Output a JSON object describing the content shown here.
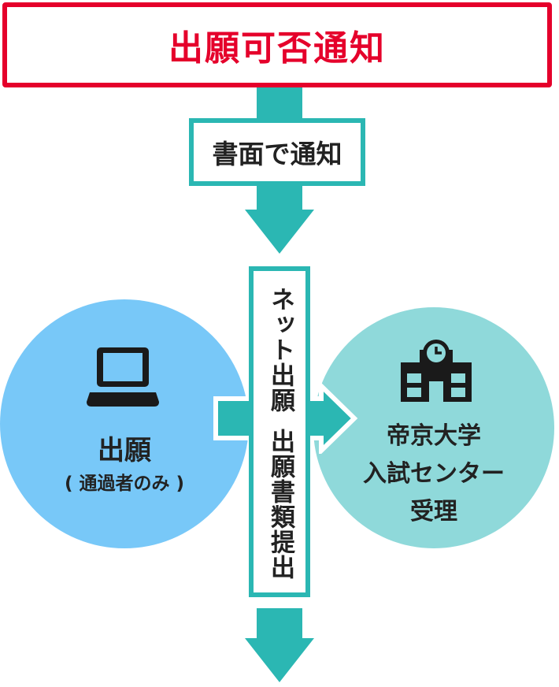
{
  "top": {
    "title": "出願可否通知"
  },
  "notice": {
    "label": "書面で通知"
  },
  "center": {
    "col1": "ネット出願",
    "col2": "出願書類提出"
  },
  "left": {
    "title": "出願",
    "subtitle": "( 通過者のみ )",
    "icon": "laptop-icon"
  },
  "right": {
    "line1": "帝京大学",
    "line2": "入試センター",
    "line3": "受理",
    "icon": "school-building-icon"
  },
  "colors": {
    "red": "#e5002b",
    "teal": "#2bb7b3",
    "leftCircle": "#78c8f8",
    "rightCircle": "#8fd9da"
  }
}
